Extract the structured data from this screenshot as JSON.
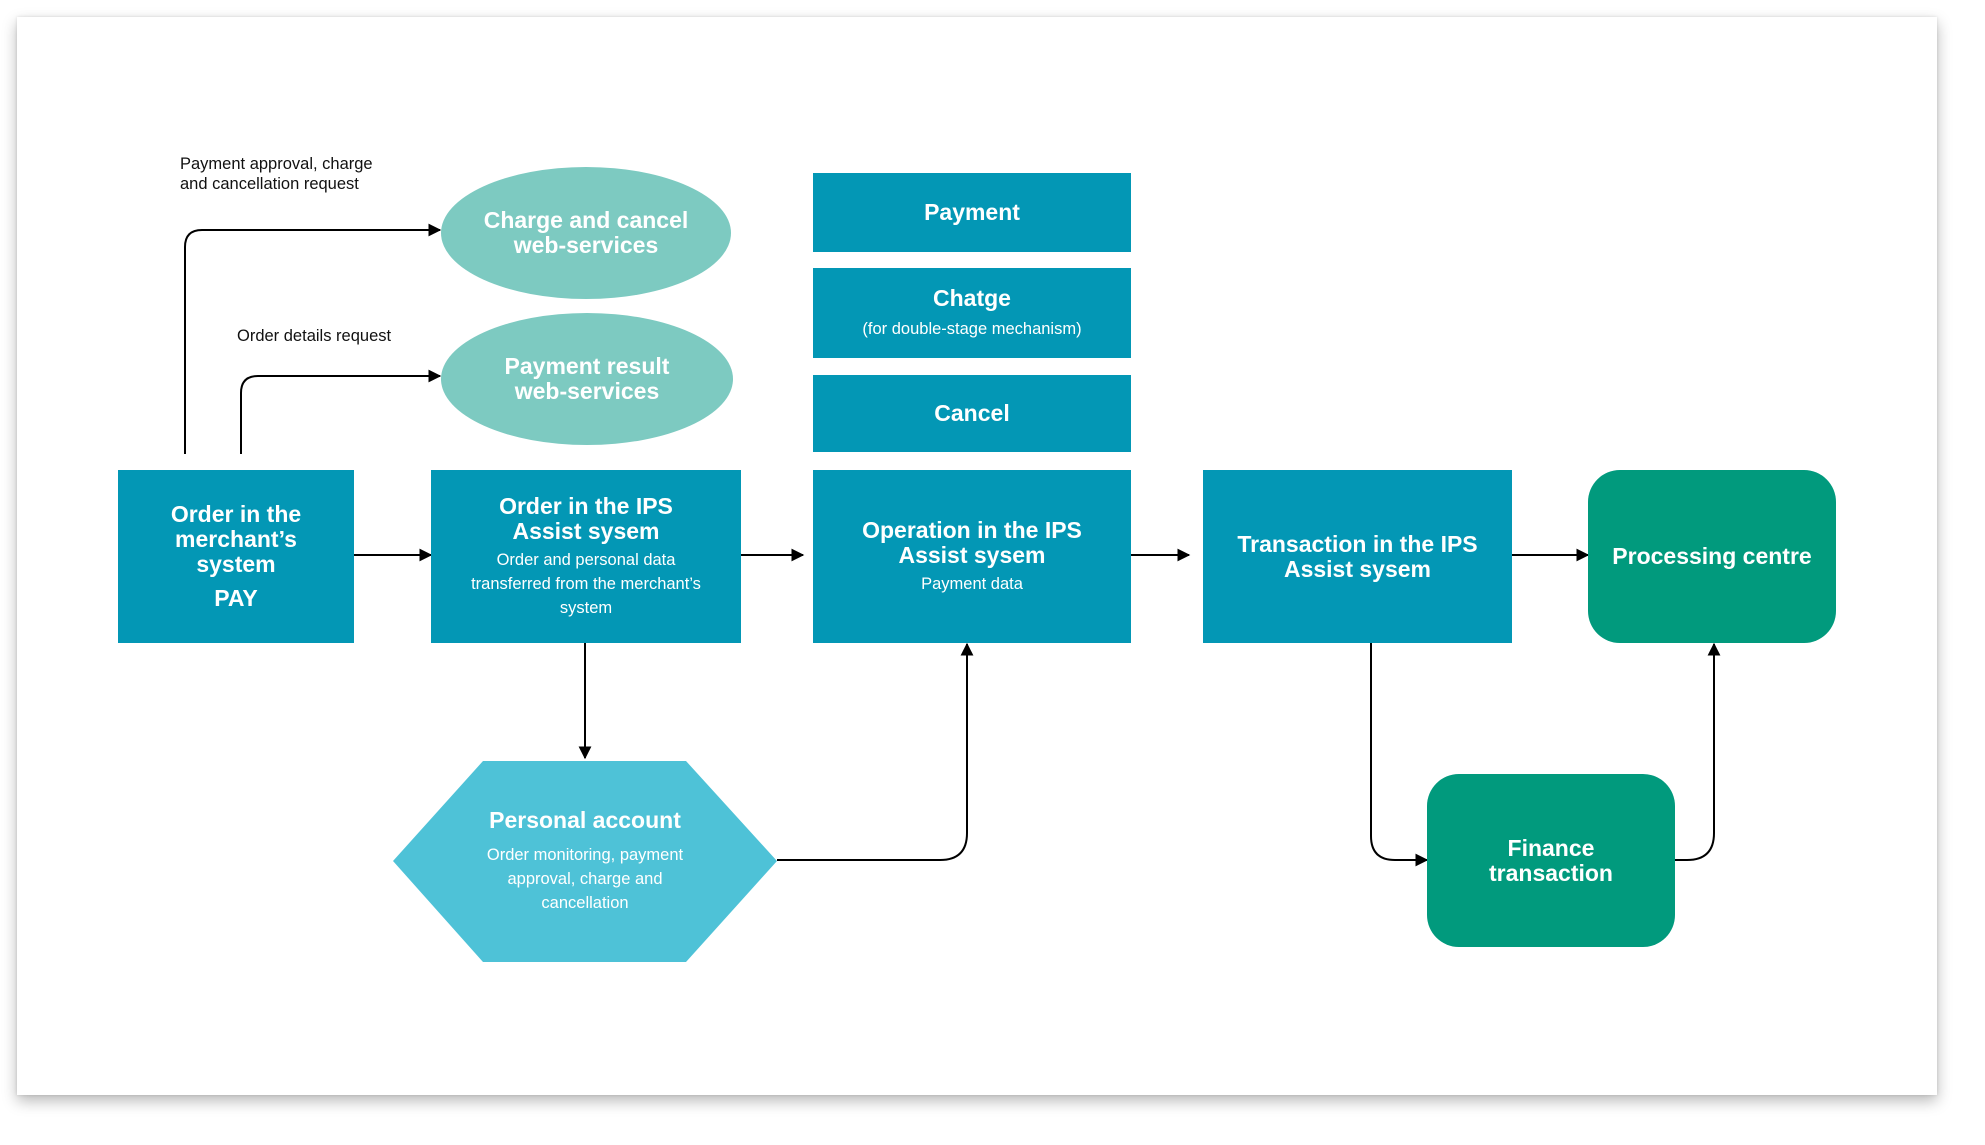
{
  "labels": {
    "approval_request": "Payment approval, charge\nand cancellation request",
    "order_details_request": "Order details request"
  },
  "nodes": {
    "charge_cancel_ws": "Charge and cancel\nweb-services",
    "payment_result_ws": "Payment result\nweb-services",
    "payment": "Payment",
    "charge": {
      "title": "Chatge",
      "sub": "(for double-stage mechanism)"
    },
    "cancel": "Cancel",
    "order_merchant": {
      "title": "Order in the\nmerchant’s\nsystem",
      "button": "PAY"
    },
    "order_ips": {
      "title": "Order in the IPS\nAssist sysem",
      "sub": "Order and personal data\ntransferred from the merchant’s\nsystem"
    },
    "operation_ips": {
      "title": "Operation in the IPS\nAssist sysem",
      "sub": "Payment data"
    },
    "transaction_ips": {
      "title": "Transaction in the IPS\nAssist sysem"
    },
    "processing_centre": "Processing centre",
    "personal_account": {
      "title": "Personal account",
      "sub": "Order monitoring, payment\napproval, charge and\ncancellation"
    },
    "finance_transaction": "Finance\ntransaction"
  },
  "colors": {
    "teal_box": "#0397b5",
    "green_box": "#019a7d",
    "oval": "#7dcac1",
    "hexagon": "#4ec2d7"
  }
}
